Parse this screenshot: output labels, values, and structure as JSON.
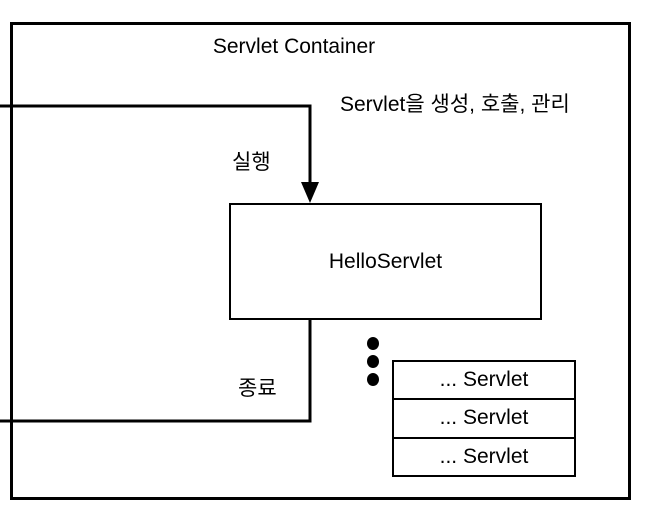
{
  "diagram": {
    "title": "Servlet Container",
    "caption": "Servlet을 생성, 호출, 관리",
    "servlet_box": {
      "label": "HelloServlet"
    },
    "edges": [
      {
        "name": "run",
        "label": "실행"
      },
      {
        "name": "end",
        "label": "종료"
      }
    ],
    "edge_labels": {
      "run": "실행",
      "end": "종료"
    },
    "servlet_stack": {
      "rows": [
        {
          "label": "... Servlet"
        },
        {
          "label": "... Servlet"
        },
        {
          "label": "... Servlet"
        }
      ],
      "ellipsis_dots": 3
    },
    "colors": {
      "stroke": "#000000",
      "fill": "#ffffff",
      "text": "#000000"
    }
  }
}
